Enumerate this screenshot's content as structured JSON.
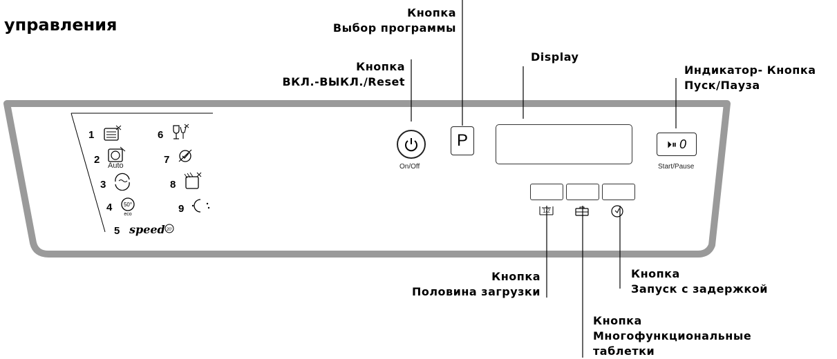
{
  "header": {
    "title_fragment": "управления"
  },
  "callouts": {
    "program_select": {
      "line1": "Кнопка",
      "line2": "Выбор программы"
    },
    "on_off": {
      "line1": "Кнопка",
      "line2": "ВКЛ.-ВЫКЛ./Reset"
    },
    "display": {
      "line1": "Display"
    },
    "start_pause": {
      "line1": "Индикатор- Кнопка",
      "line2": "Пуск/Пауза"
    },
    "half_load": {
      "line1": "Кнопка",
      "line2": "Половина загрузки"
    },
    "delay_start": {
      "line1": "Кнопка",
      "line2": "Запуск с задержкой"
    },
    "multi_tabs": {
      "line1": "Кнопка",
      "line2": "Многофункциональные",
      "line3": "таблетки"
    }
  },
  "panel": {
    "programs": [
      {
        "num": "1",
        "icon": "heavy-pot-icon"
      },
      {
        "num": "2",
        "icon": "auto-icon",
        "label": "Auto"
      },
      {
        "num": "3",
        "icon": "rinse-icon"
      },
      {
        "num": "4",
        "icon": "eco-icon",
        "label": "50°",
        "sublabel": "eco"
      },
      {
        "num": "5",
        "icon": "speed-icon",
        "label": "speed",
        "badge": "20'"
      },
      {
        "num": "6",
        "icon": "glass-icon"
      },
      {
        "num": "7",
        "icon": "intensive-icon"
      },
      {
        "num": "8",
        "icon": "soak-icon"
      },
      {
        "num": "9",
        "icon": "night-icon"
      }
    ],
    "on_off_label": "On/Off",
    "program_button": "P",
    "start_pause_label": "Start/Pause",
    "start_pause_button": "⏵⏸",
    "start_pause_digit": "0",
    "half_load_icon_text": "1/2",
    "icons": {
      "power": "power-icon",
      "half_load": "half-load-icon",
      "tablet": "tablet-icon",
      "delay": "delay-clock-icon"
    }
  }
}
